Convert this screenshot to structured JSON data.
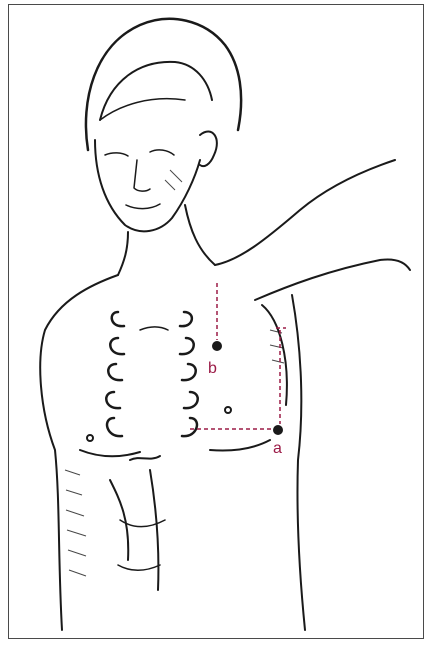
{
  "labels": {
    "a": "a",
    "b": "b"
  },
  "colors": {
    "line": "#1a1a1a",
    "marker": "#9b1b47",
    "frame": "#4a4a4a"
  },
  "icons": [
    "torso-illustration"
  ]
}
